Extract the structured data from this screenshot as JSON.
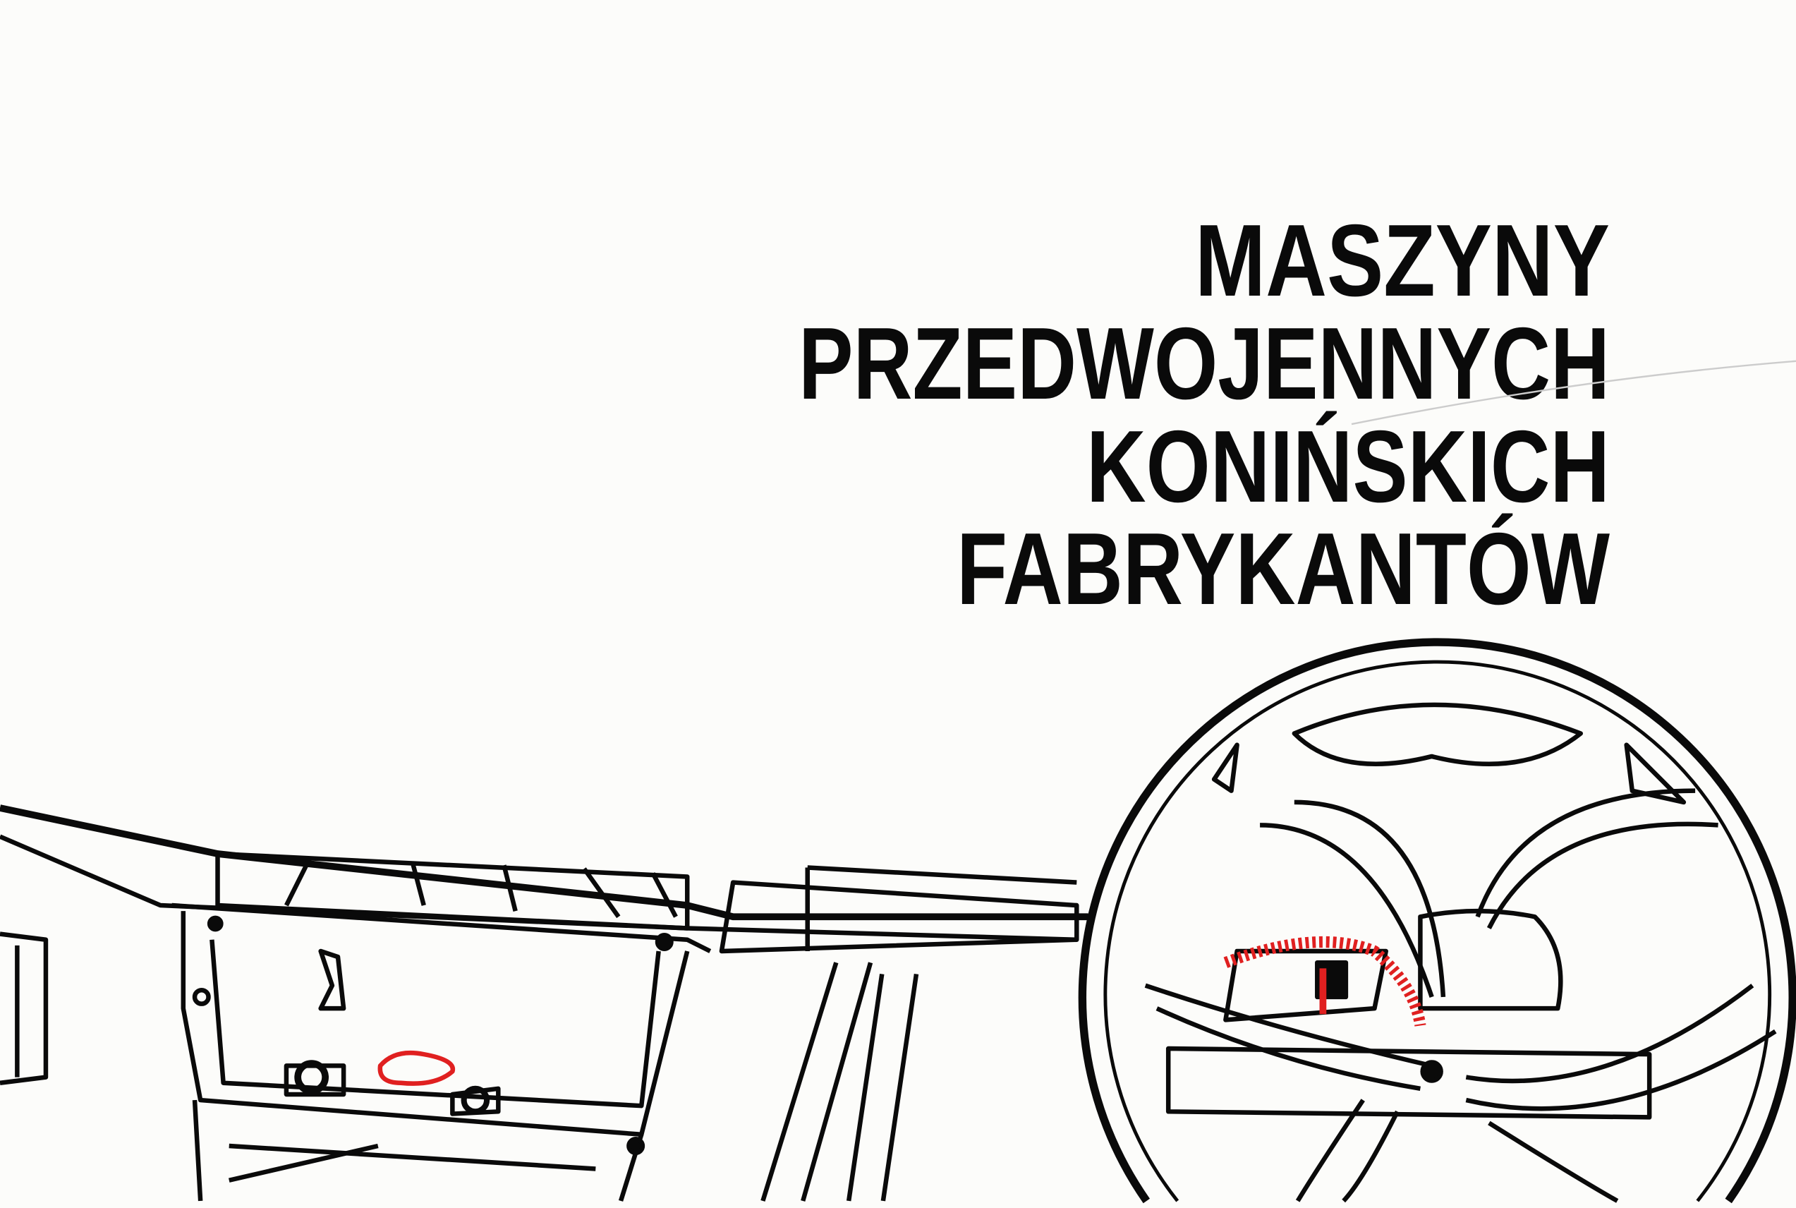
{
  "cover": {
    "title_lines": [
      "MASZYNY",
      "PRZEDWOJENNYCH",
      "KONIŃSKICH",
      "FABRYKANTÓW"
    ]
  },
  "colors": {
    "background": "#fcfcfa",
    "ink": "#0a0a0a",
    "accent_red": "#e02020"
  }
}
